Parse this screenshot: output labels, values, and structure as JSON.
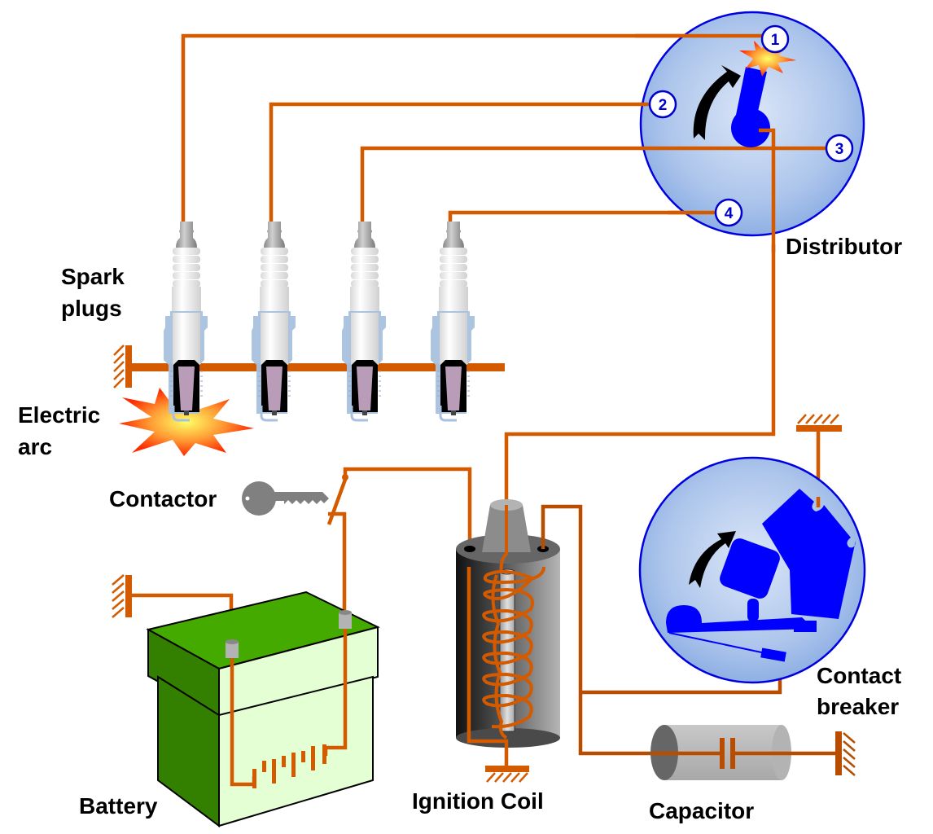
{
  "title": "Ignition system diagram",
  "labels": {
    "distributor": "Distributor",
    "spark_plugs_line1": "Spark",
    "spark_plugs_line2": "plugs",
    "electric_arc_line1": "Electric",
    "electric_arc_line2": "arc",
    "contactor": "Contactor",
    "battery": "Battery",
    "ignition_coil": "Ignition Coil",
    "capacitor": "Capacitor",
    "contact_breaker_line1": "Contact",
    "contact_breaker_line2": "breaker"
  },
  "distributor_terminals": [
    "1",
    "2",
    "3",
    "4"
  ],
  "colors": {
    "wire": "#d45a00",
    "distributor_body": "#a9c3ee",
    "rotor": "#0000ff",
    "battery_top": "#44aa00",
    "battery_side": "#338000",
    "battery_front": "#e5ffd5",
    "coil_body": "#555555",
    "capacitor": "#b3b3b3"
  }
}
